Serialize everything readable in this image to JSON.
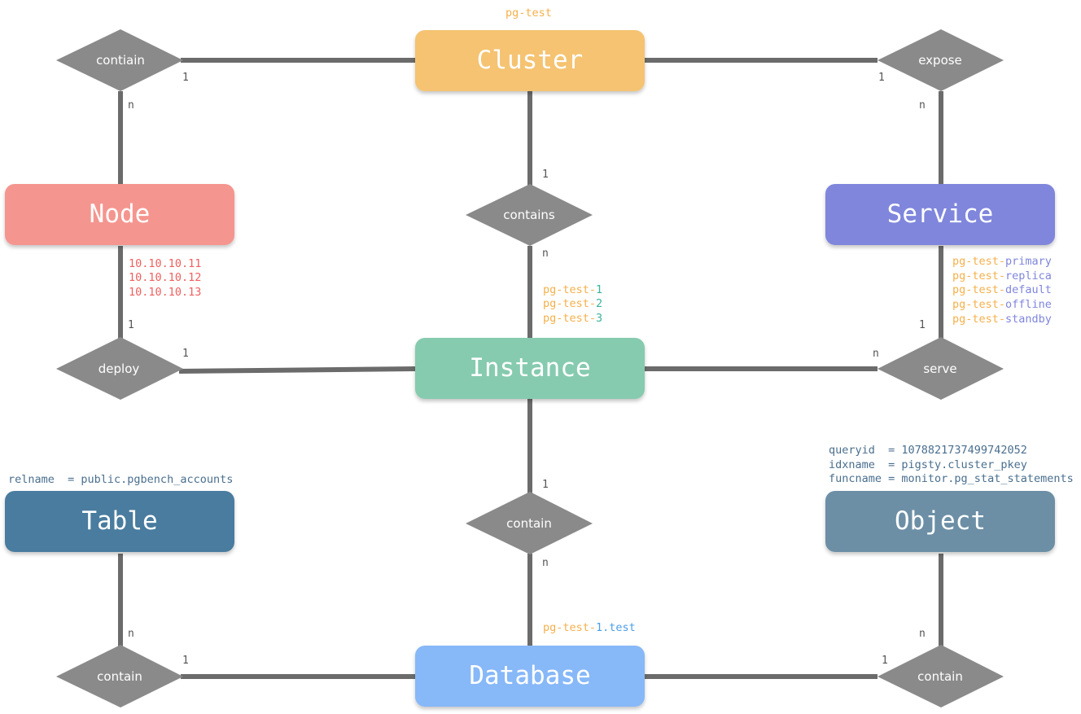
{
  "colors": {
    "cluster": "#f5c371",
    "node": "#f5958f",
    "service": "#7f86dc",
    "instance": "#86cbaf",
    "table": "#4a7c9e",
    "object": "#6c8fa6",
    "database": "#87b8f8",
    "diamond": "#8a8a8a",
    "line": "#6b6b6b",
    "note_orange": "#f5b04a",
    "note_teal": "#3bb39b",
    "note_red": "#ef6060",
    "note_purple": "#7f86dc",
    "note_blue": "#4a9ee8",
    "note_steel": "#4a6f8e"
  },
  "entities": {
    "cluster": "Cluster",
    "node": "Node",
    "service": "Service",
    "instance": "Instance",
    "table": "Table",
    "object": "Object",
    "database": "Database"
  },
  "relations": {
    "contain_node": "contiain",
    "expose": "expose",
    "contains_instance": "contains",
    "deploy": "deploy",
    "serve": "serve",
    "contain_database": "contain",
    "contain_table": "contain",
    "contain_object": "contain"
  },
  "cardinalities": {
    "cluster_contain_1": "1",
    "contain_node_n": "n",
    "cluster_expose_1": "1",
    "expose_service_n": "n",
    "cluster_contains_1": "1",
    "contains_instance_n": "n",
    "node_deploy_1": "1",
    "deploy_instance_1": "1",
    "service_serve_1": "1",
    "serve_instance_n": "n",
    "instance_contain_1": "1",
    "contain_database_n": "n",
    "table_contain_n": "n",
    "contain_database_left_1": "1",
    "object_contain_n": "n",
    "contain_database_right_1": "1"
  },
  "notes": {
    "cluster_name": "pg-test",
    "node_ips": [
      "10.10.10.11",
      "10.10.10.12",
      "10.10.10.13"
    ],
    "instances": [
      {
        "prefix": "pg-test-",
        "suffix": "1"
      },
      {
        "prefix": "pg-test-",
        "suffix": "2"
      },
      {
        "prefix": "pg-test-",
        "suffix": "3"
      }
    ],
    "services": [
      {
        "prefix": "pg-test-",
        "suffix": "primary"
      },
      {
        "prefix": "pg-test-",
        "suffix": "replica"
      },
      {
        "prefix": "pg-test-",
        "suffix": "default"
      },
      {
        "prefix": "pg-test-",
        "suffix": "offline"
      },
      {
        "prefix": "pg-test-",
        "suffix": "standby"
      }
    ],
    "database": {
      "prefix": "pg-test-",
      "suffix": "1.test"
    },
    "table": "relname  = public.pgbench_accounts",
    "object": [
      "queryid  = 1078821737499742052",
      "idxname  = pigsty.cluster_pkey",
      "funcname = monitor.pg_stat_statements"
    ]
  }
}
